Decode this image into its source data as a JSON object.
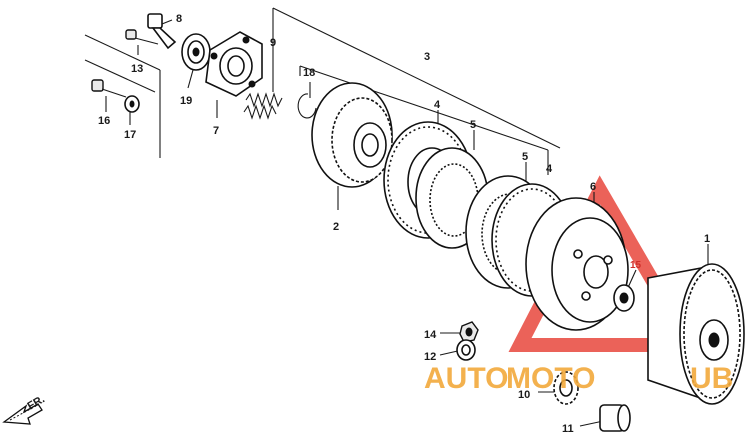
{
  "diagram": {
    "callouts": [
      {
        "id": "c1",
        "text": "1"
      },
      {
        "id": "c2",
        "text": "2"
      },
      {
        "id": "c3",
        "text": "3"
      },
      {
        "id": "c4a",
        "text": "4"
      },
      {
        "id": "c4b",
        "text": "4"
      },
      {
        "id": "c5a",
        "text": "5"
      },
      {
        "id": "c5b",
        "text": "5"
      },
      {
        "id": "c6",
        "text": "6"
      },
      {
        "id": "c7",
        "text": "7"
      },
      {
        "id": "c8",
        "text": "8"
      },
      {
        "id": "c9",
        "text": "9"
      },
      {
        "id": "c10",
        "text": "10"
      },
      {
        "id": "c11",
        "text": "11"
      },
      {
        "id": "c12",
        "text": "12"
      },
      {
        "id": "c13",
        "text": "13"
      },
      {
        "id": "c14",
        "text": "14"
      },
      {
        "id": "c15",
        "text": "15"
      },
      {
        "id": "c16",
        "text": "16"
      },
      {
        "id": "c17",
        "text": "17"
      },
      {
        "id": "c18",
        "text": "18"
      },
      {
        "id": "c19",
        "text": "19"
      }
    ],
    "front_arrow_label": "FR.",
    "watermark": {
      "text_left": "AUTO",
      "text_middle": "MOTO",
      "text_right": "UB",
      "color_orange": "#f2a93b",
      "color_red": "#e8463c"
    }
  }
}
